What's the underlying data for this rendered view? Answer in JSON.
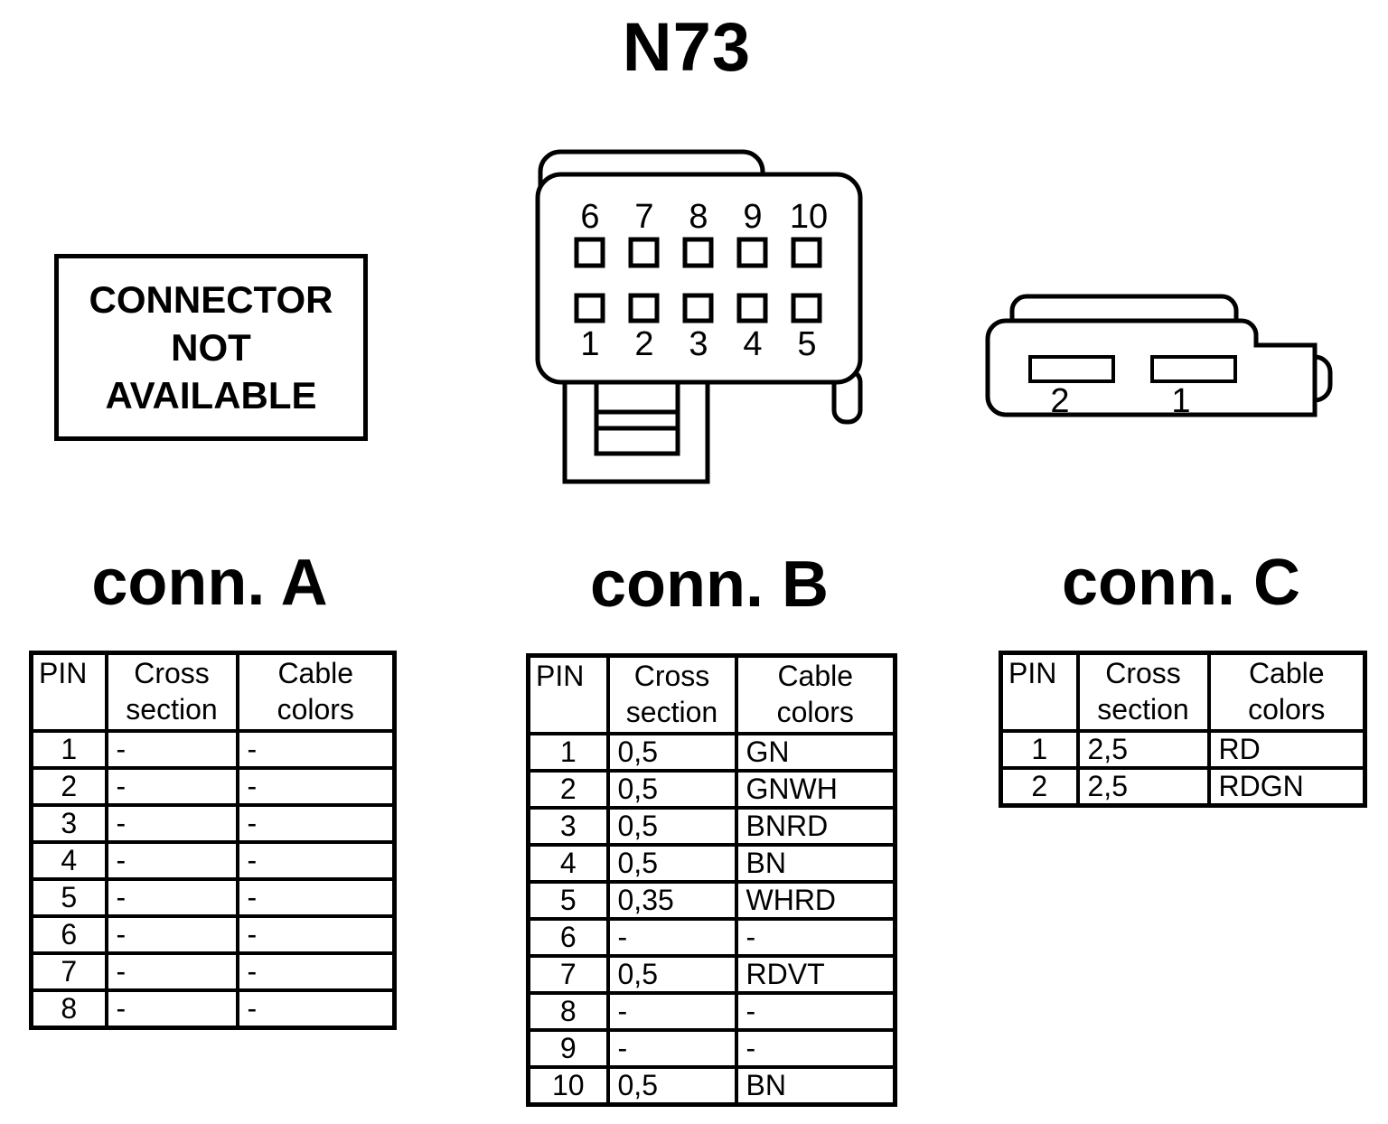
{
  "page": {
    "title": "N73"
  },
  "colors": {
    "ink": "#000000",
    "background": "#ffffff"
  },
  "notice": {
    "lines": [
      "CONNECTOR",
      "NOT",
      "AVAILABLE"
    ]
  },
  "connectors": {
    "n73": {
      "pins_top": [
        "6",
        "7",
        "8",
        "9",
        "10"
      ],
      "pins_bottom": [
        "1",
        "2",
        "3",
        "4",
        "5"
      ]
    },
    "two_pin": {
      "pins": [
        "2",
        "1"
      ]
    }
  },
  "sections": [
    {
      "title": "conn. A",
      "table": {
        "headers": [
          "PIN",
          "Cross\nsection",
          "Cable\ncolors"
        ],
        "rows": [
          [
            "1",
            "-",
            "-"
          ],
          [
            "2",
            "-",
            "-"
          ],
          [
            "3",
            "-",
            "-"
          ],
          [
            "4",
            "-",
            "-"
          ],
          [
            "5",
            "-",
            "-"
          ],
          [
            "6",
            "-",
            "-"
          ],
          [
            "7",
            "-",
            "-"
          ],
          [
            "8",
            "-",
            "-"
          ]
        ]
      }
    },
    {
      "title": "conn. B",
      "table": {
        "headers": [
          "PIN",
          "Cross\nsection",
          "Cable\ncolors"
        ],
        "rows": [
          [
            "1",
            "0,5",
            "GN"
          ],
          [
            "2",
            "0,5",
            "GNWH"
          ],
          [
            "3",
            "0,5",
            "BNRD"
          ],
          [
            "4",
            "0,5",
            "BN"
          ],
          [
            "5",
            "0,35",
            "WHRD"
          ],
          [
            "6",
            "-",
            "-"
          ],
          [
            "7",
            "0,5",
            "RDVT"
          ],
          [
            "8",
            "-",
            "-"
          ],
          [
            "9",
            "-",
            "-"
          ],
          [
            "10",
            "0,5",
            "BN"
          ]
        ]
      }
    },
    {
      "title": "conn. C",
      "table": {
        "headers": [
          "PIN",
          "Cross\nsection",
          "Cable\ncolors"
        ],
        "rows": [
          [
            "1",
            "2,5",
            "RD"
          ],
          [
            "2",
            "2,5",
            "RDGN"
          ]
        ]
      }
    }
  ]
}
